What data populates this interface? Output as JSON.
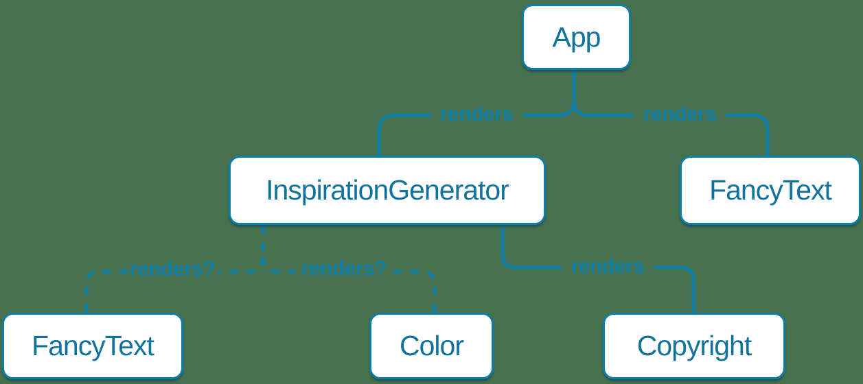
{
  "diagram": {
    "title": "react-render-tree",
    "background_color": "#47704e",
    "accent_color": "#0d7ea6",
    "node_fill": "#ffffff",
    "node_text_color": "#11739c",
    "nodes": [
      {
        "id": "app",
        "label": "App"
      },
      {
        "id": "inspiration-generator",
        "label": "InspirationGenerator"
      },
      {
        "id": "fancy-text-top",
        "label": "FancyText"
      },
      {
        "id": "fancy-text-bottom",
        "label": "FancyText"
      },
      {
        "id": "color",
        "label": "Color"
      },
      {
        "id": "copyright",
        "label": "Copyright"
      }
    ],
    "edges": [
      {
        "from": "App",
        "to": "InspirationGenerator",
        "label": "renders",
        "style": "solid"
      },
      {
        "from": "App",
        "to": "FancyText",
        "label": "renders",
        "style": "solid"
      },
      {
        "from": "InspirationGenerator",
        "to": "FancyText",
        "label": "renders?",
        "style": "dashed"
      },
      {
        "from": "InspirationGenerator",
        "to": "Color",
        "label": "renders?",
        "style": "dashed"
      },
      {
        "from": "InspirationGenerator",
        "to": "Copyright",
        "label": "renders",
        "style": "solid"
      }
    ]
  }
}
